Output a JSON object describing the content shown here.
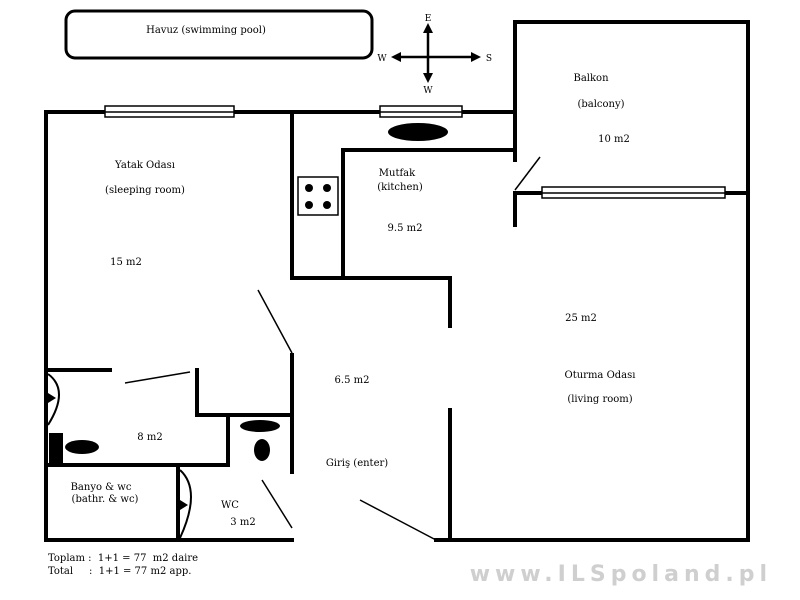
{
  "pool": {
    "label": "Havuz   (swimming pool)"
  },
  "compass": {
    "north_top": "E",
    "bottom": "W",
    "left": "W",
    "right": "S"
  },
  "rooms": {
    "bedroom": {
      "name": "Yatak Odası",
      "english": "(sleeping room)",
      "area": "15 m2"
    },
    "kitchen": {
      "name": "Mutfak",
      "english": "(kitchen)",
      "area": "9.5 m2"
    },
    "balcony": {
      "name": "Balkon",
      "english": "(balcony)",
      "area": "10 m2"
    },
    "living": {
      "name": "Oturma Odası",
      "english": "(living room)",
      "area": "25 m2"
    },
    "hall": {
      "area": "6.5 m2",
      "entrance": "Giriş (enter)"
    },
    "bath": {
      "area": "8 m2",
      "name": "Banyo & wc",
      "english": "(bathr. & wc)"
    },
    "wc": {
      "name": "WC",
      "area": "3 m2"
    }
  },
  "footer": {
    "line1": "Toplam :  1+1 = 77  m2 daire",
    "line2": "Total     :  1+1 = 77 m2 app."
  },
  "watermark": "www.ILSpoland.pl"
}
